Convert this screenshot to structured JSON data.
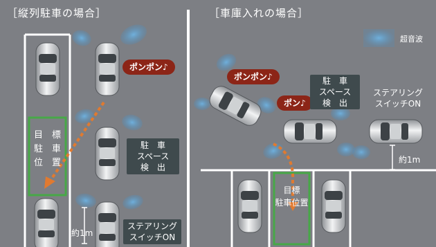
{
  "left_panel": {
    "title": "［縦列駐車の場合］",
    "target_label": [
      "目　標",
      "駐　車",
      "位　置"
    ],
    "bubble": "ポンポン♪",
    "space_box": [
      "駐　車",
      "スペース",
      "検　出"
    ],
    "switch_box": [
      "ステアリング",
      "スイッチON"
    ],
    "distance": "約1m"
  },
  "right_panel": {
    "title": "［車庫入れの場合］",
    "legend": "超音波",
    "bubble_1": "ポンポン♪",
    "bubble_2": "ポン♪",
    "space_box": [
      "駐　車",
      "スペース",
      "検　出"
    ],
    "switch_label": [
      "ステアリング",
      "スイッチON"
    ],
    "distance": "約1m",
    "target_label": [
      "目標",
      "駐車位置"
    ]
  },
  "colors": {
    "background": "#7d7f84",
    "sensor_wave": "#5a9ccc",
    "target_frame": "#47a847",
    "path_arrow": "#e07a30",
    "bubble": "#8c2517",
    "info_box": "#3f4a4d"
  }
}
